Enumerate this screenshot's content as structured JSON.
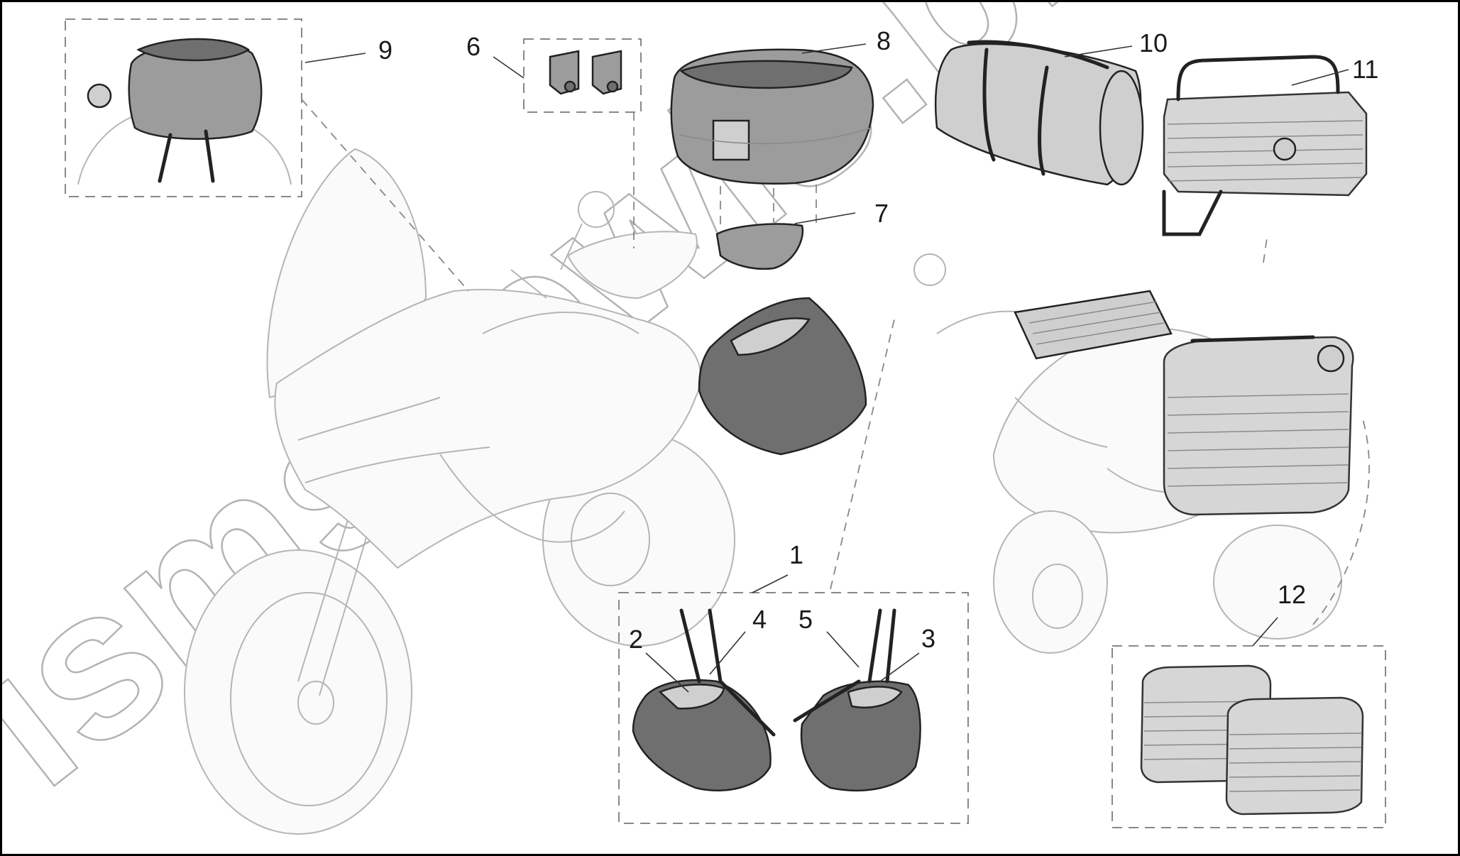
{
  "callouts": [
    {
      "id": "1",
      "label": "1"
    },
    {
      "id": "2",
      "label": "2"
    },
    {
      "id": "3",
      "label": "3"
    },
    {
      "id": "4",
      "label": "4"
    },
    {
      "id": "5",
      "label": "5"
    },
    {
      "id": "6",
      "label": "6"
    },
    {
      "id": "7",
      "label": "7"
    },
    {
      "id": "8",
      "label": "8"
    },
    {
      "id": "9",
      "label": "9"
    },
    {
      "id": "10",
      "label": "10"
    },
    {
      "id": "11",
      "label": "11"
    },
    {
      "id": "12",
      "label": "12"
    }
  ],
  "watermark": {
    "text": "ismsoewis.pl"
  },
  "colors": {
    "accessory_dark": "#6f6f6f",
    "accessory_light": "#cfcfcf",
    "bike_outline": "#b5b5b5",
    "dashed_box": "#888888"
  }
}
